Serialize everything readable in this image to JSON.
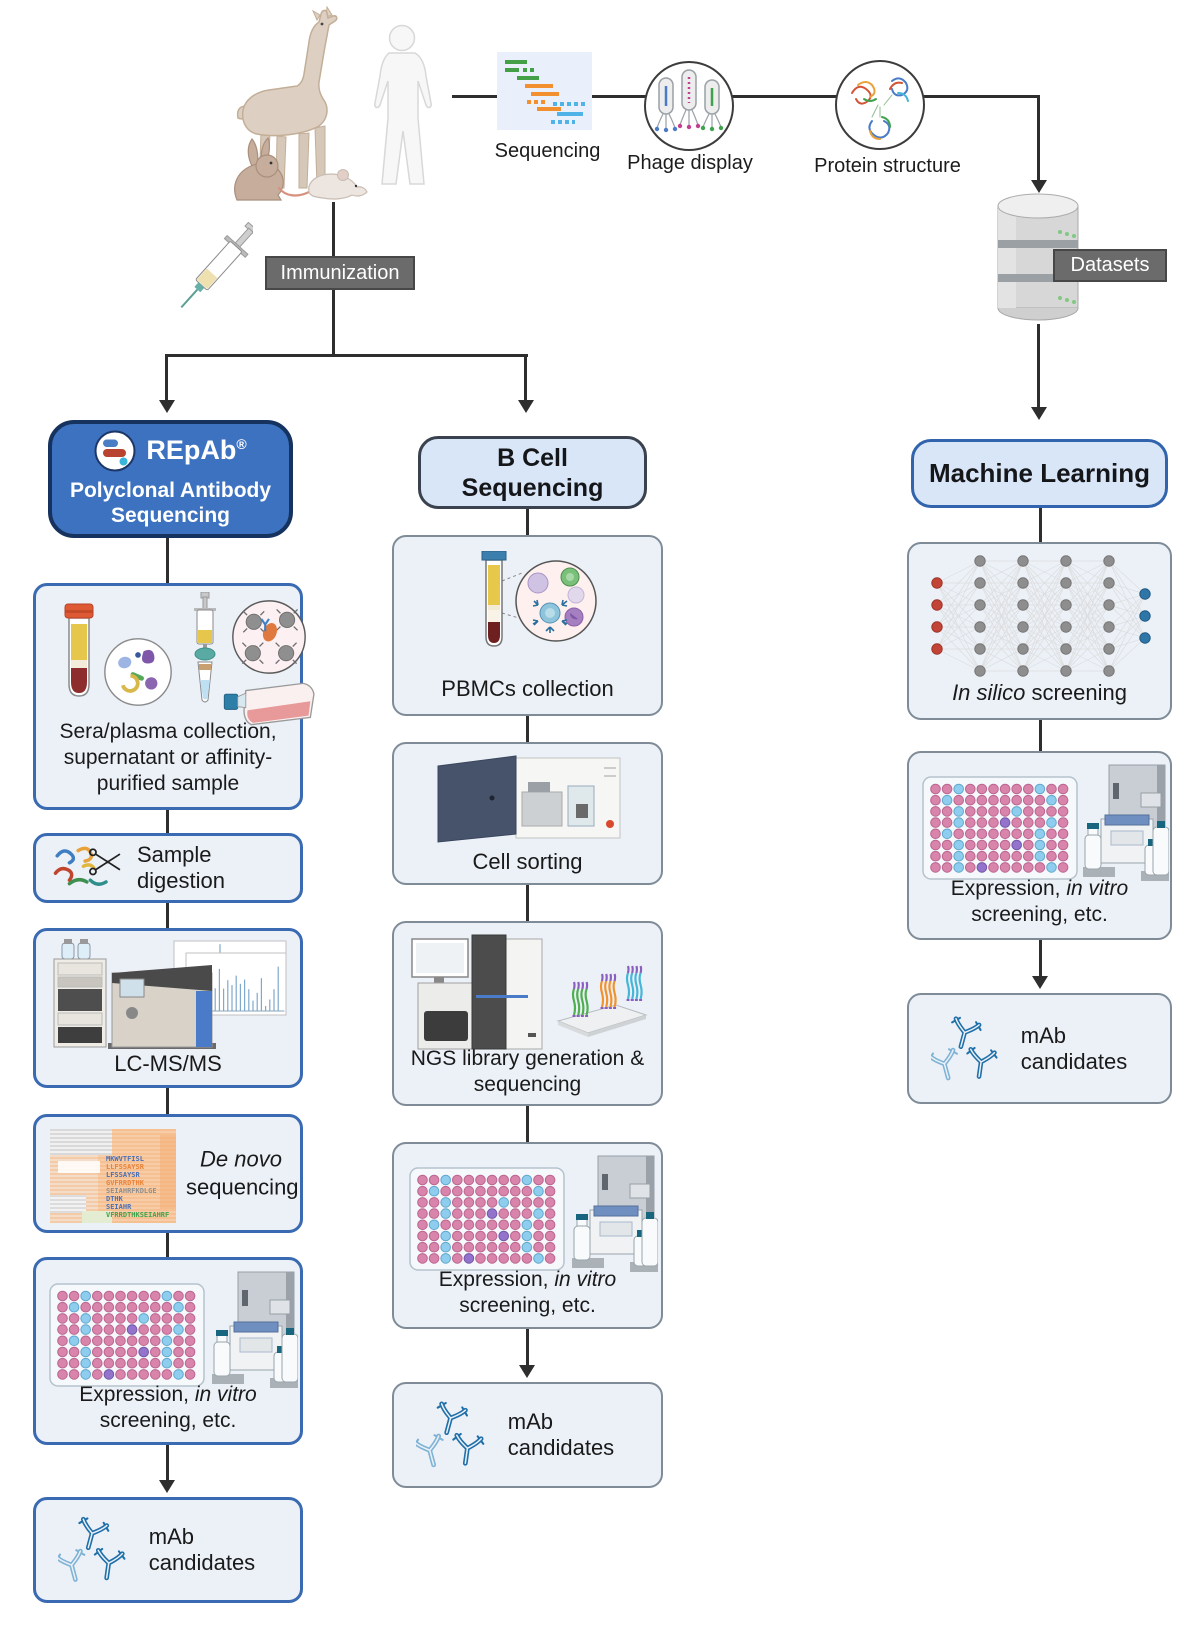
{
  "figure": {
    "top": {
      "sequencing_label": "Sequencing",
      "phage_display_label": "Phage display",
      "protein_structure_label": "Protein structure",
      "immunization_label": "Immunization",
      "datasets_label": "Datasets"
    },
    "colors": {
      "accent_blue_border": "#3a6ab2",
      "repab_header_fill": "#3c72bf",
      "light_header_fill": "#d9e6f7",
      "box_fill": "#ecf1f8",
      "badge_gray": "#6b6b6b",
      "antibody_dark_blue": "#1f6fa8",
      "antibody_light_blue": "#7fb3d5"
    },
    "repab": {
      "brand": "REpAb",
      "reg": "®",
      "subtitle": "Polyclonal Antibody Sequencing",
      "collection": "Sera/plasma collection, supernatant or affinity-purified sample",
      "digestion": "Sample digestion",
      "lcms": "LC-MS/MS",
      "denovo": {
        "italic": "De novo",
        "rest": "sequencing"
      },
      "expression": {
        "pre": "Expression, ",
        "italic": "in vitro",
        "post": " screening, etc."
      },
      "mab": "mAb candidates",
      "denovo_reads": [
        {
          "seq": "MKWVTFISL",
          "color": "#4a6fb5"
        },
        {
          "seq": "LLFSSAYSR",
          "color": "#e8833a"
        },
        {
          "seq": "LFSSAYSR",
          "color": "#4a6fb5"
        },
        {
          "seq": "GVFRRDTHK",
          "color": "#e8833a"
        },
        {
          "seq": "SEIAHRFKDLGE",
          "color": "#8f8f8f"
        },
        {
          "seq": "DTHK",
          "color": "#4a6fb5"
        },
        {
          "seq": "SEIAHR",
          "color": "#4a6fb5"
        },
        {
          "seq": "VFRRDTHKSEIAHRF",
          "color": "#3fa34d"
        }
      ]
    },
    "bcell": {
      "title_line1": "B Cell",
      "title_line2": "Sequencing",
      "pbmc": "PBMCs collection",
      "sorting": "Cell sorting",
      "ngs": "NGS library generation & sequencing",
      "expression": {
        "pre": "Expression, ",
        "italic": "in vitro",
        "post": " screening, etc."
      },
      "mab": "mAb candidates"
    },
    "ml": {
      "title": "Machine Learning",
      "insilico": {
        "italic": "In silico",
        "rest": " screening"
      },
      "expression": {
        "pre": "Expression, ",
        "italic": "in vitro",
        "post": " screening, etc."
      },
      "mab": "mAb candidates"
    }
  }
}
